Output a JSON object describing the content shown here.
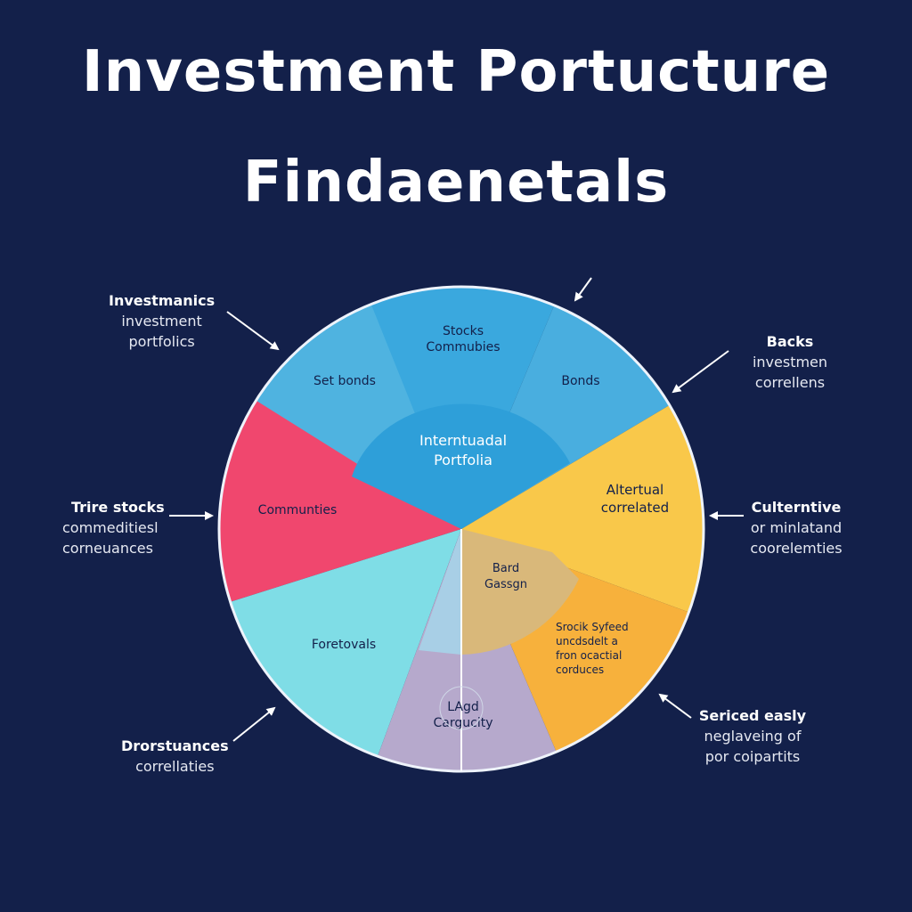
{
  "title": {
    "line1": "Investment Portucture",
    "line2": "Findaenetals"
  },
  "colors": {
    "background": "#13204a",
    "sky_blue": "#4fb3e0",
    "deep_blue": "#2e9fd9",
    "pink": "#f0476e",
    "yellow": "#f9c84a",
    "orange": "#f7b13c",
    "aqua": "#7fdde6",
    "lavender": "#b6a9cc",
    "tan": "#d9b87a",
    "light_blue": "#a8cfe6"
  },
  "wheel": {
    "center_label": [
      "Interntuadal",
      "Portfolia"
    ],
    "segments": {
      "set_bonds": "Set bonds",
      "stocks": [
        "Stocks",
        "Commubies"
      ],
      "bonds": "Bonds",
      "communties": "Communties",
      "alternative": [
        "Altertual",
        "correlated"
      ],
      "foretovals": "Foretovals",
      "bard": [
        "Bard",
        "Gassgn"
      ],
      "stock_syfeed": [
        "Srocik Syfeed",
        "uncdsdelt a",
        "fron ocactial",
        "corduces"
      ],
      "laged": [
        "LAgd",
        "Cargucity"
      ]
    }
  },
  "callouts": {
    "top_left": {
      "title": "Investmanics",
      "lines": [
        "investment",
        "portfolics"
      ]
    },
    "mid_left": {
      "title": "Trire stocks",
      "lines": [
        "commeditiesl",
        "corneuances"
      ]
    },
    "bottom_left": {
      "title": "Drorstuances",
      "lines": [
        "correllaties"
      ]
    },
    "top_right": {
      "title": "Backs",
      "lines": [
        "investmen",
        "correllens"
      ]
    },
    "mid_right": {
      "title": "Culterntive",
      "lines": [
        "or minlatand",
        "coorelemties"
      ]
    },
    "bottom_right": {
      "title": "Sericed easly",
      "lines": [
        "neglaveing of",
        "por coipartits"
      ]
    }
  }
}
